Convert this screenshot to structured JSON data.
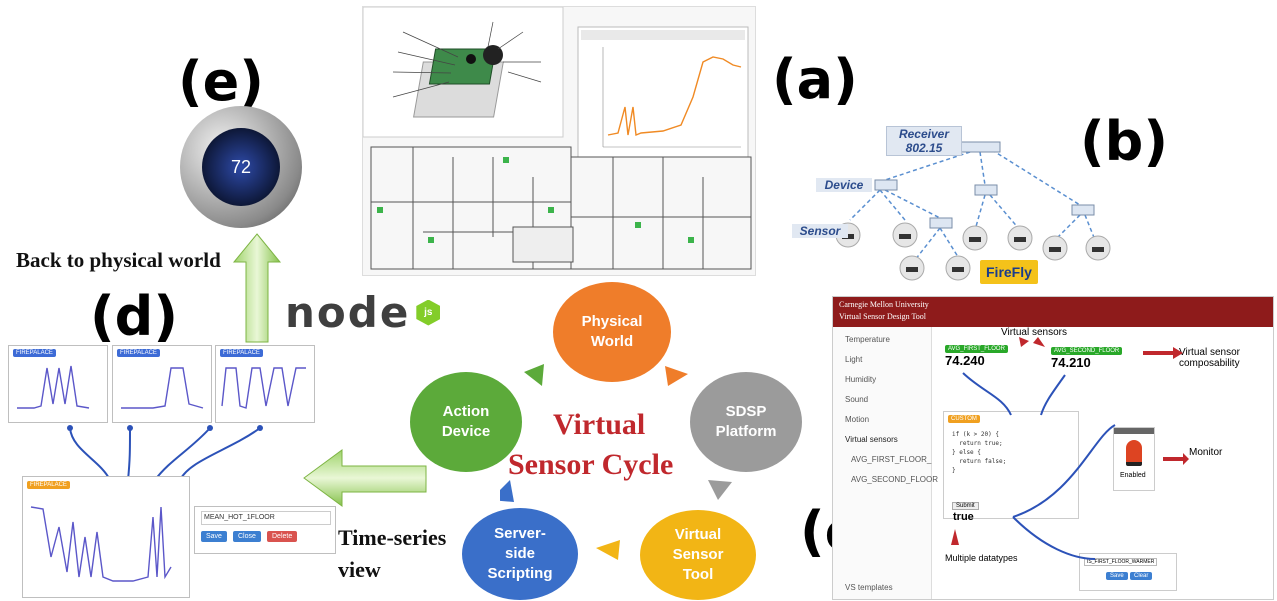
{
  "labels": {
    "a": "(a)",
    "b": "(b)",
    "c": "(c)",
    "d": "(d)",
    "e": "(e)",
    "back_to_physical": "Back to physical world",
    "time_series": "Time-series\nview",
    "cycle_title_1": "Virtual",
    "cycle_title_2": "Sensor Cycle",
    "node_logo": "node",
    "node_js": "js"
  },
  "cycle": {
    "physical_world": "Physical\nWorld",
    "sdsp_platform": "SDSP\nPlatform",
    "virtual_sensor_tool": "Virtual\nSensor\nTool",
    "server_side": "Server-\nside\nScripting",
    "action_device": "Action\nDevice"
  },
  "thermostat": {
    "value": "72"
  },
  "network": {
    "receiver": "Receiver\n802.15",
    "device": "Device",
    "sensor": "Sensor",
    "firefly": "FireFly"
  },
  "tool": {
    "header_1": "Carnegie Mellon University",
    "header_2": "Virtual Sensor Design Tool",
    "sidebar": [
      "Temperature",
      "Light",
      "Humidity",
      "Sound",
      "Motion",
      "Virtual sensors",
      "AVG_FIRST_FLOOR_",
      "AVG_SECOND_FLOOR",
      "VS templates"
    ],
    "virtual_sensors": "Virtual sensors",
    "vs1_tag": "AVG_FIRST_FLOOR",
    "vs1_value": "74.240",
    "vs2_tag": "AVG_SECOND_FLOOR",
    "vs2_value": "74.210",
    "composability": "Virtual sensor\ncomposability",
    "monitor": "Monitor",
    "enabled": "Enabled",
    "code_tag": "CUSTOM",
    "code": "if (k > 20) {\n  return true;\n} else {\n  return false;\n}",
    "submit": "Submit",
    "true_value": "true",
    "multiple": "Multiple datatypes",
    "output_tag": "IS_FIRST_FLOOR_WARMER",
    "save": "Save",
    "clear": "Clear"
  },
  "timeseries": {
    "tag1": "FIREPALACE",
    "tag2": "FIREPALACE",
    "tag3": "FIREPALACE",
    "main_tag": "FIREPALACE",
    "input": "MEAN_HOT_1FLOOR",
    "save": "Save",
    "close": "Close",
    "delete": "Delete"
  },
  "colors": {
    "physical": "#ef7d2a",
    "sdsp": "#9b9b9b",
    "tool": "#f2b515",
    "server": "#3a6fc9",
    "action": "#5caa3a",
    "cycle_text": "#c0282d",
    "header": "#8e1b1b"
  }
}
